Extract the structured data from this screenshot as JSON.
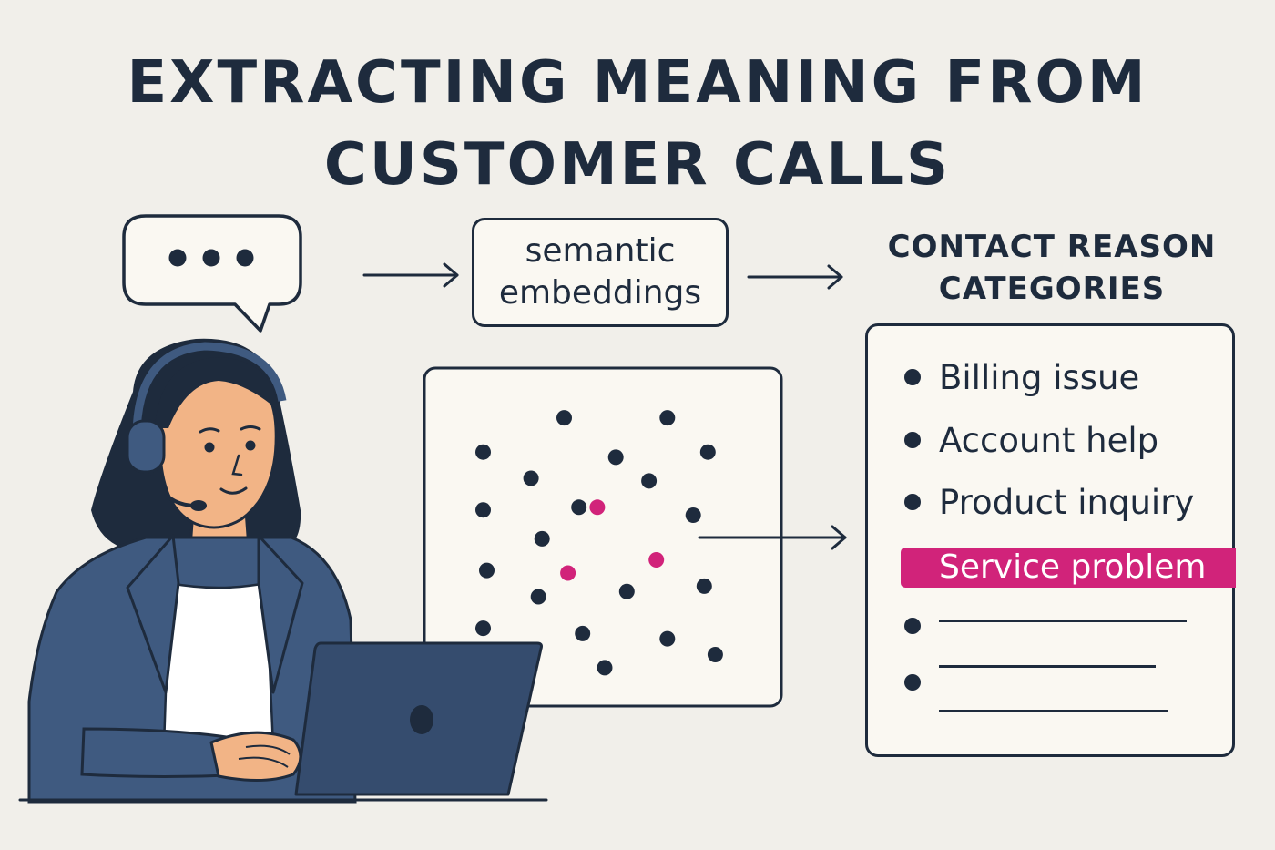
{
  "title": {
    "line1": "EXTRACTING MEANING FROM",
    "line2": "CUSTOMER CALLS"
  },
  "speech_bubble": {
    "icon": "ellipsis-icon",
    "text": "• • •"
  },
  "embedding_box": {
    "line1": "semantic",
    "line2": "embeddings"
  },
  "categories": {
    "heading_line1": "CONTACT REASON",
    "heading_line2": "CATEGORIES",
    "items": [
      {
        "label": "Billing issue"
      },
      {
        "label": "Account help"
      },
      {
        "label": "Product inquiry"
      }
    ],
    "highlighted": "Service problem",
    "blank_items": 2
  },
  "colors": {
    "ink": "#1e2b3d",
    "background": "#f1efea",
    "panel": "#faf8f2",
    "accent": "#d1237a",
    "jacket": "#3f5a80",
    "skin": "#f2b486",
    "laptop": "#354c6e"
  },
  "chart_data": {
    "type": "scatter",
    "points": [
      {
        "x": 1,
        "y": 9,
        "group": "other"
      },
      {
        "x": 3.2,
        "y": 10.3,
        "group": "other"
      },
      {
        "x": 4.6,
        "y": 8.8,
        "group": "other"
      },
      {
        "x": 6.0,
        "y": 10.3,
        "group": "other"
      },
      {
        "x": 7.1,
        "y": 9.0,
        "group": "other"
      },
      {
        "x": 2.3,
        "y": 8.0,
        "group": "other"
      },
      {
        "x": 5.5,
        "y": 7.9,
        "group": "other"
      },
      {
        "x": 1,
        "y": 6.8,
        "group": "other"
      },
      {
        "x": 3.6,
        "y": 6.9,
        "group": "other"
      },
      {
        "x": 6.7,
        "y": 6.6,
        "group": "other"
      },
      {
        "x": 2.6,
        "y": 5.7,
        "group": "other"
      },
      {
        "x": 1.1,
        "y": 4.5,
        "group": "other"
      },
      {
        "x": 7.0,
        "y": 3.9,
        "group": "other"
      },
      {
        "x": 2.5,
        "y": 3.5,
        "group": "other"
      },
      {
        "x": 4.9,
        "y": 3.7,
        "group": "other"
      },
      {
        "x": 1.0,
        "y": 2.3,
        "group": "other"
      },
      {
        "x": 3.7,
        "y": 2.1,
        "group": "other"
      },
      {
        "x": 6.0,
        "y": 1.9,
        "group": "other"
      },
      {
        "x": 7.3,
        "y": 1.3,
        "group": "other"
      },
      {
        "x": 4.3,
        "y": 0.8,
        "group": "other"
      },
      {
        "x": 4.1,
        "y": 6.9,
        "group": "cluster"
      },
      {
        "x": 3.3,
        "y": 4.4,
        "group": "cluster"
      },
      {
        "x": 5.7,
        "y": 4.9,
        "group": "cluster"
      }
    ],
    "xlim": [
      0,
      8.5
    ],
    "ylim": [
      0,
      11.5
    ]
  }
}
